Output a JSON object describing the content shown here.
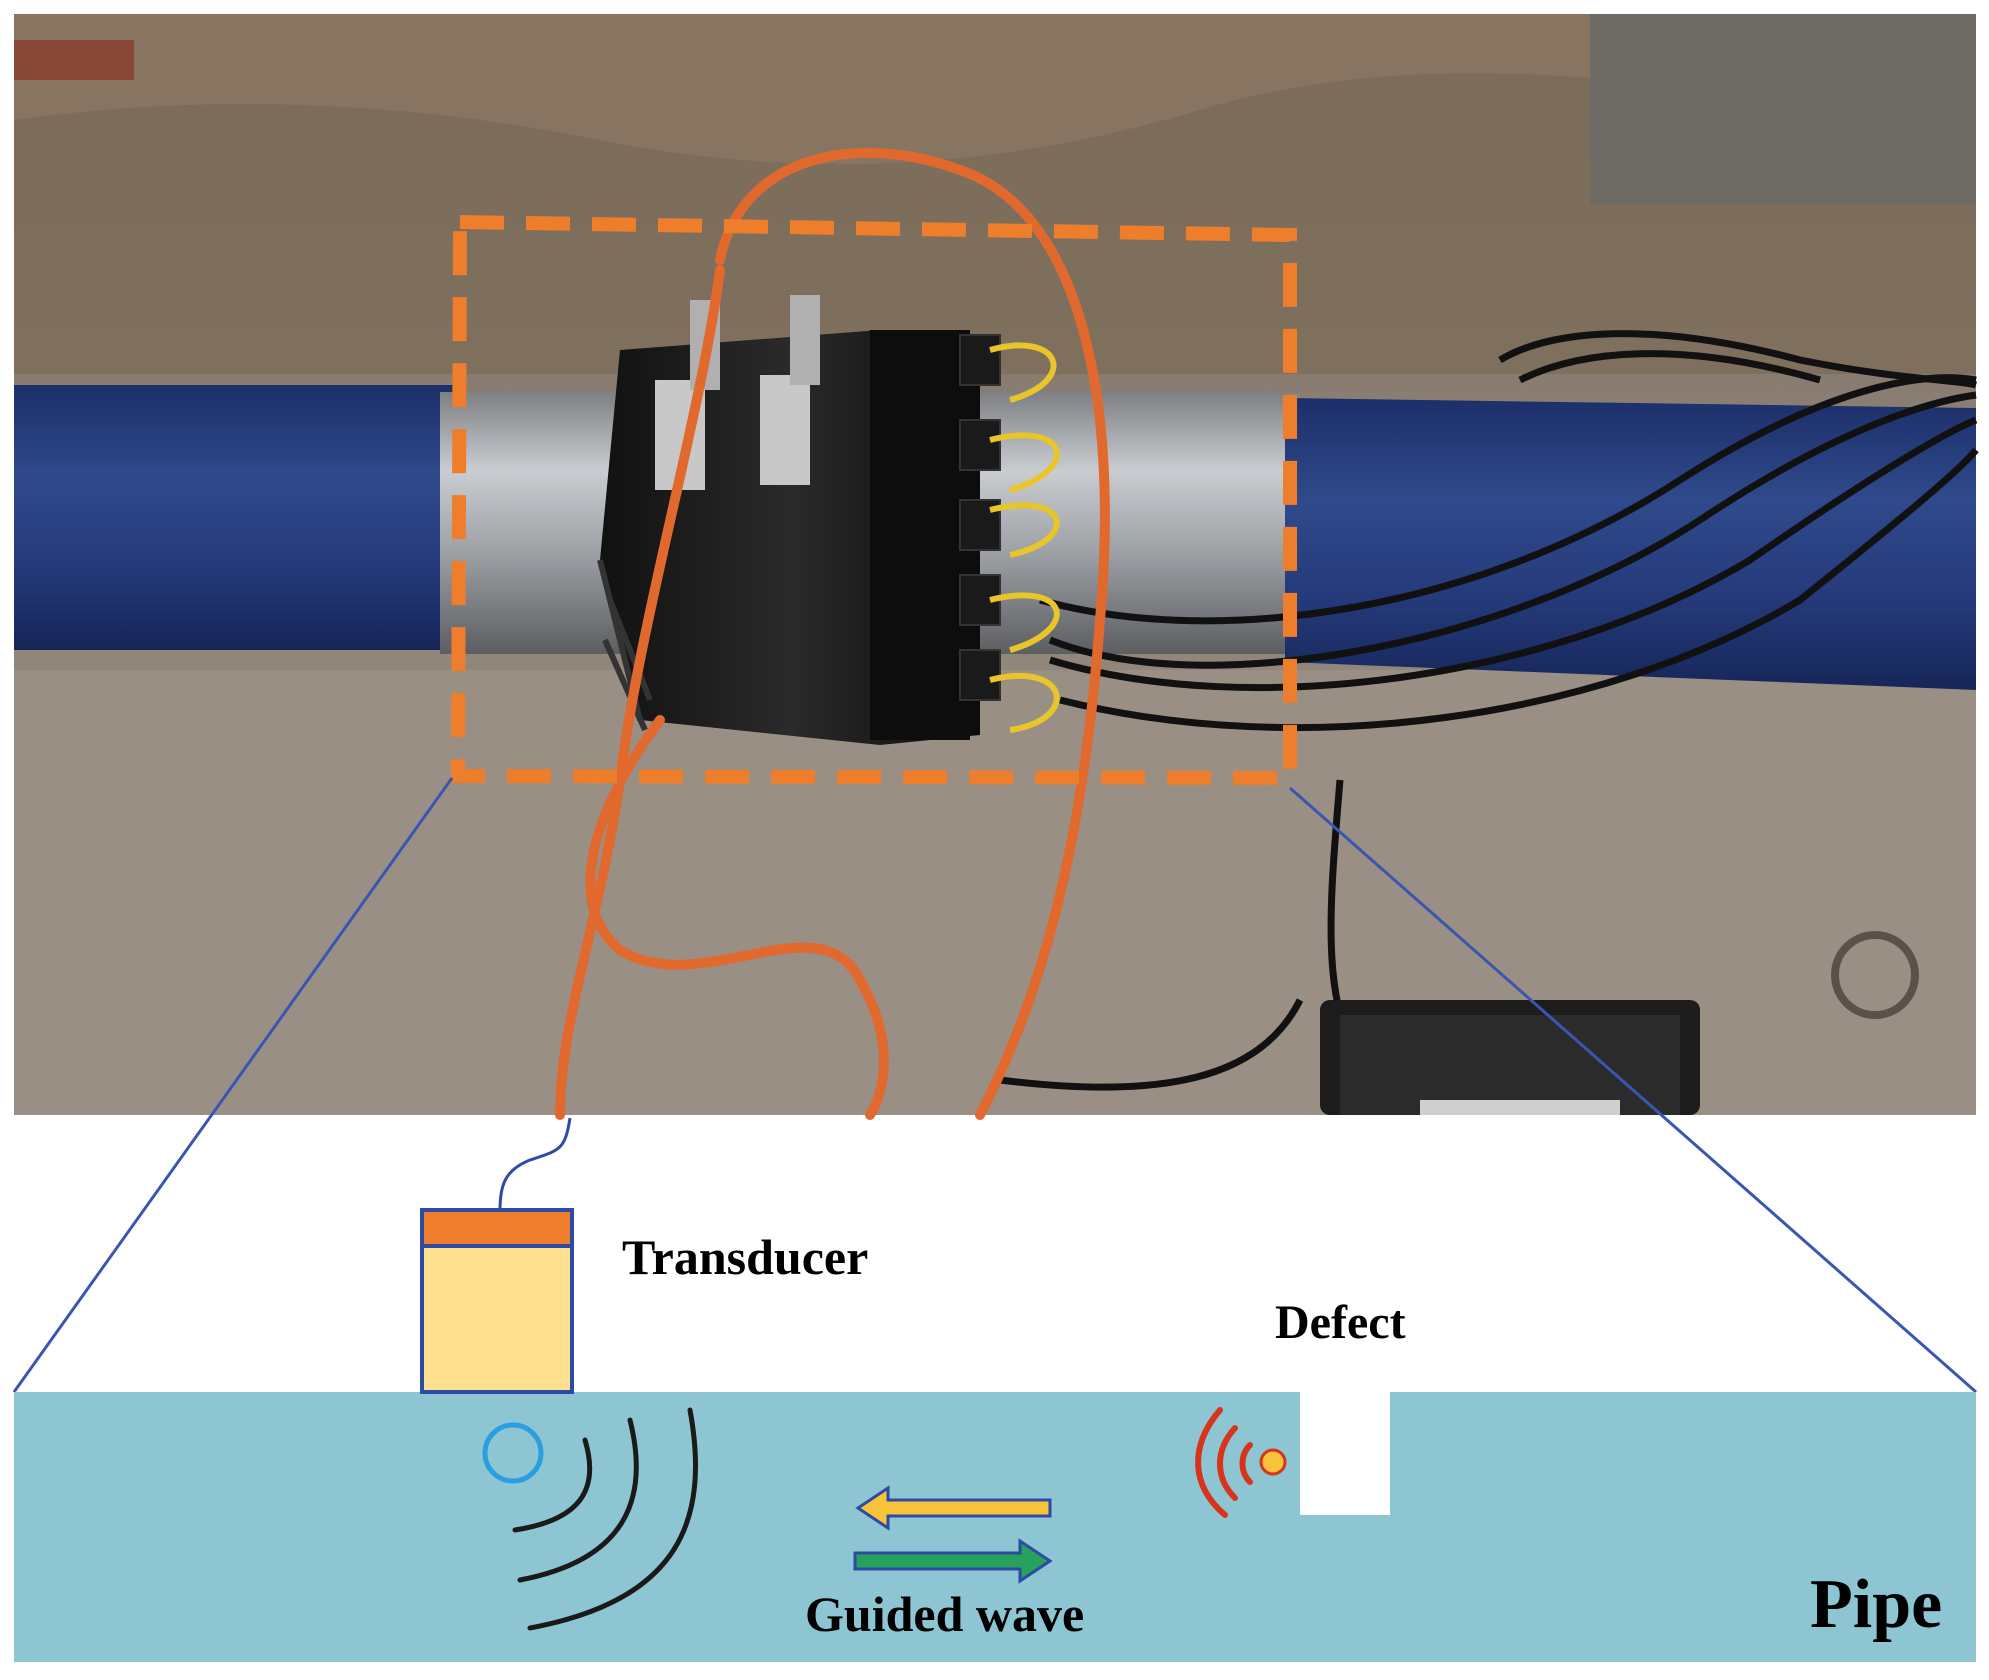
{
  "labels": {
    "transducer": "Transducer",
    "defect": "Defect",
    "guided_wave": "Guided wave",
    "pipe": "Pipe"
  },
  "colors": {
    "highlight_box": "#EE7E2B",
    "cable": "#E2692E",
    "pipe_coating": "#283F7A",
    "schematic_pipe": "#8DC6D2",
    "transducer_body": "#FDE08F",
    "transducer_cap": "#EE7E2B",
    "outline_blue": "#2D4AA6",
    "zoom_lines": "#3957B0",
    "reflection_arc": "#D8341C",
    "arrow_left_fill": "#F6C33A",
    "arrow_right_fill": "#26A25A",
    "emit_circle": "#2A9EE0"
  },
  "photo": {
    "subject": "ultrasonic guided wave transducer ring clamped on a blue pipe outdoors",
    "highlighted_region": "transducer ring (dashed orange box)"
  }
}
